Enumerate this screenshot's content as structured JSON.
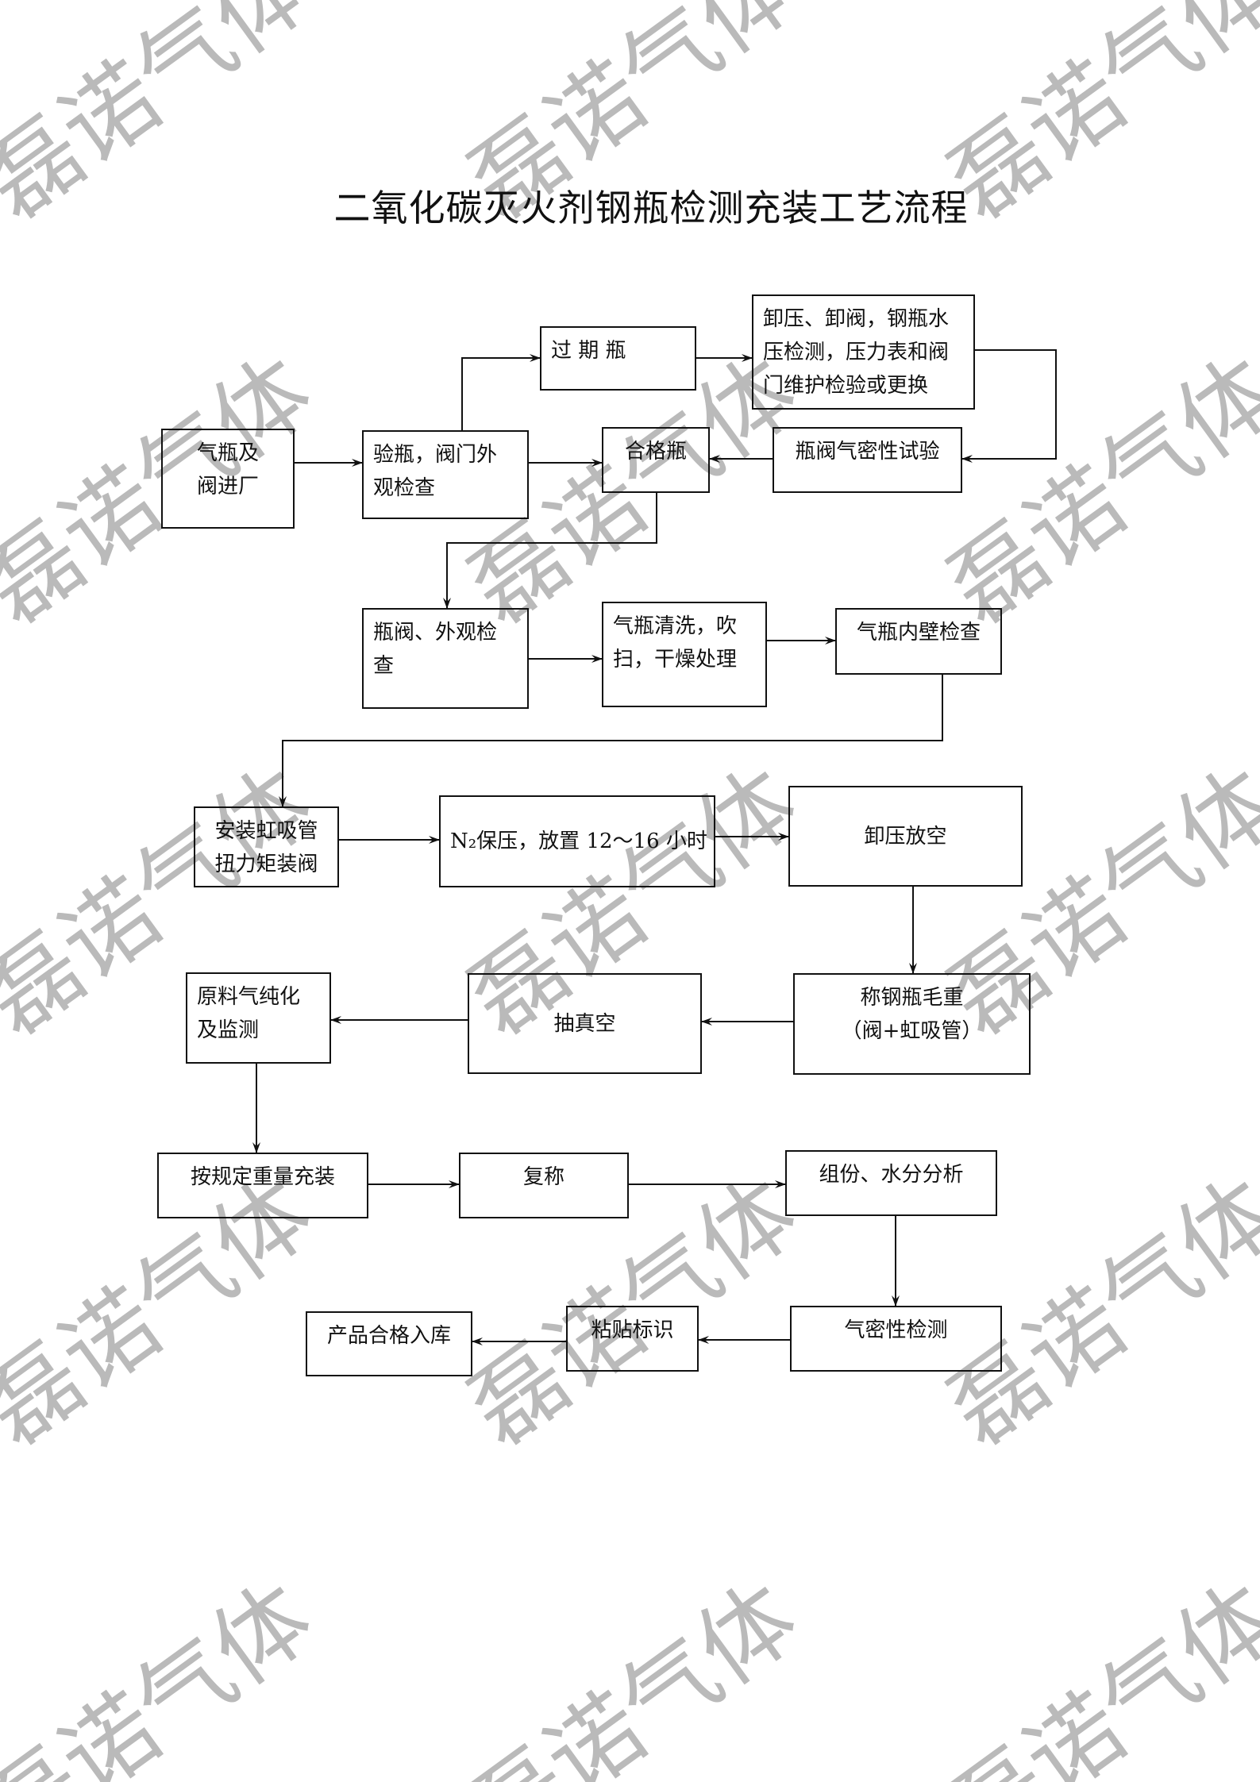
{
  "title": "二氧化碳灭火剂钢瓶检测充装工艺流程",
  "watermark": "磊诺气体",
  "steps": [
    {
      "id": "arrival",
      "lines": [
        "气瓶及",
        "阀进厂"
      ]
    },
    {
      "id": "inspect",
      "lines": [
        "验瓶，阀门外",
        "观检查"
      ]
    },
    {
      "id": "expired",
      "lines": [
        "过 期 瓶"
      ]
    },
    {
      "id": "repair",
      "lines": [
        "卸压、卸阀，钢瓶水",
        "压检测，压力表和阀",
        "门维护检验或更换"
      ]
    },
    {
      "id": "qualified",
      "lines": [
        "合格瓶"
      ]
    },
    {
      "id": "valve-leak-test",
      "lines": [
        "瓶阀气密性试验"
      ]
    },
    {
      "id": "valve-visual",
      "lines": [
        "瓶阀、外观检",
        " 查"
      ]
    },
    {
      "id": "clean",
      "lines": [
        "气瓶清洗，吹",
        "扫，干燥处理"
      ]
    },
    {
      "id": "inner-wall",
      "lines": [
        "气瓶内壁检查"
      ]
    },
    {
      "id": "install-siphon",
      "lines": [
        "安装虹吸管",
        "扭力矩装阀"
      ]
    },
    {
      "id": "n2-hold",
      "lines": [
        "N₂保压，放置 12～16 小时"
      ]
    },
    {
      "id": "depressurize",
      "lines": [
        "卸压放空"
      ]
    },
    {
      "id": "purify",
      "lines": [
        "原料气纯化",
        "及监测"
      ]
    },
    {
      "id": "vacuum",
      "lines": [
        "抽真空"
      ]
    },
    {
      "id": "tare-weigh",
      "lines": [
        "称钢瓶毛重",
        "（阀+虹吸管）"
      ]
    },
    {
      "id": "fill",
      "lines": [
        "按规定重量充装"
      ]
    },
    {
      "id": "reweigh",
      "lines": [
        "复称"
      ]
    },
    {
      "id": "analysis",
      "lines": [
        "组份、水分分析"
      ]
    },
    {
      "id": "leak-check",
      "lines": [
        "气密性检测"
      ]
    },
    {
      "id": "label",
      "lines": [
        "粘贴标识"
      ]
    },
    {
      "id": "store",
      "lines": [
        "产品合格入库"
      ]
    }
  ]
}
